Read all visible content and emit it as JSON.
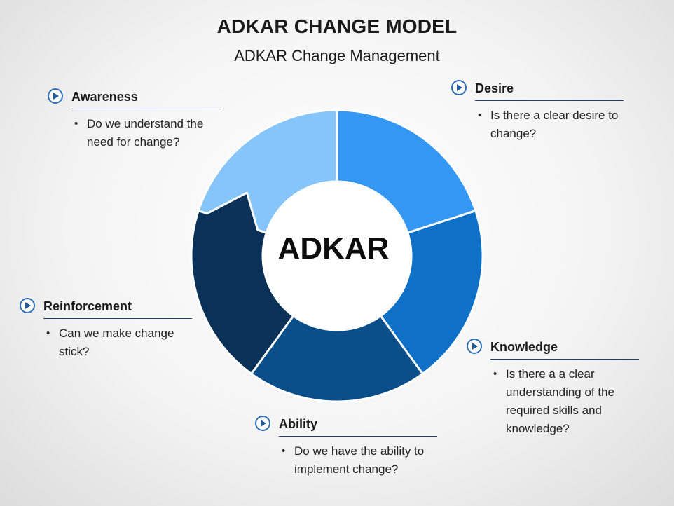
{
  "title": "ADKAR CHANGE MODEL",
  "subtitle": "ADKAR Change Management",
  "center_label": "ADKAR",
  "colors": {
    "awareness": "#85c5fa",
    "desire": "#3497f4",
    "knowledge": "#0e71c7",
    "ability": "#0b4f8a",
    "reinforcement": "#0a3259",
    "accent": "#1f5a9c"
  },
  "stages": {
    "awareness": {
      "name": "Awareness",
      "bullet": "Do we understand the need for change?"
    },
    "desire": {
      "name": "Desire",
      "bullet": "Is there a clear desire to change?"
    },
    "knowledge": {
      "name": "Knowledge",
      "bullet": "Is there a a clear understanding of the required skills and knowledge?"
    },
    "ability": {
      "name": "Ability",
      "bullet": "Do we have the ability to implement change?"
    },
    "reinforcement": {
      "name": "Reinforcement",
      "bullet": "Can we make change stick?"
    }
  }
}
